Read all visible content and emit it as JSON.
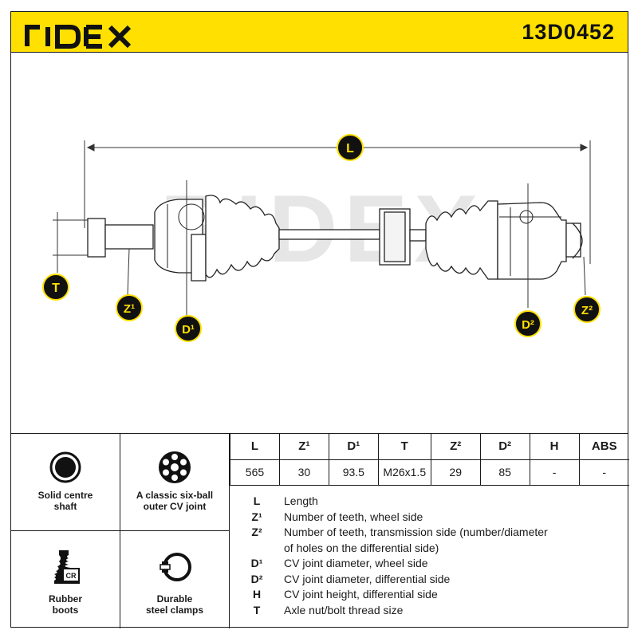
{
  "header": {
    "brand": "RIDEX",
    "part_number": "13D0452",
    "brand_color": "#ffe000"
  },
  "drawing": {
    "watermark": "RIDEX",
    "markers": {
      "L": "L",
      "T": "T",
      "Z1": "Z¹",
      "D1": "D¹",
      "D2": "D²",
      "Z2": "Z²"
    }
  },
  "features": [
    {
      "icon": "solid-shaft-icon",
      "line1": "Solid centre",
      "line2": "shaft"
    },
    {
      "icon": "six-ball-joint-icon",
      "line1": "A classic six-ball",
      "line2": "outer CV joint"
    },
    {
      "icon": "rubber-boot-icon",
      "line1": "Rubber",
      "line2": "boots",
      "badge": "CR"
    },
    {
      "icon": "steel-clamp-icon",
      "line1": "Durable",
      "line2": "steel clamps"
    }
  ],
  "specs": {
    "headers": [
      "L",
      "Z¹",
      "D¹",
      "T",
      "Z²",
      "D²",
      "H",
      "ABS"
    ],
    "values": [
      "565",
      "30",
      "93.5",
      "M26x1.5",
      "29",
      "85",
      "-",
      "-"
    ]
  },
  "legend": [
    {
      "sym": "L",
      "text": "Length"
    },
    {
      "sym": "Z¹",
      "text": "Number of teeth, wheel side"
    },
    {
      "sym": "Z²",
      "text": "Number of teeth, transmission side (number/diameter"
    },
    {
      "sym": "",
      "text": "of holes on the differential side)"
    },
    {
      "sym": "D¹",
      "text": "CV joint diameter, wheel side"
    },
    {
      "sym": "D²",
      "text": "CV joint diameter, differential side"
    },
    {
      "sym": "H",
      "text": "CV joint height, differential side"
    },
    {
      "sym": "T",
      "text": "Axle nut/bolt thread size"
    }
  ]
}
